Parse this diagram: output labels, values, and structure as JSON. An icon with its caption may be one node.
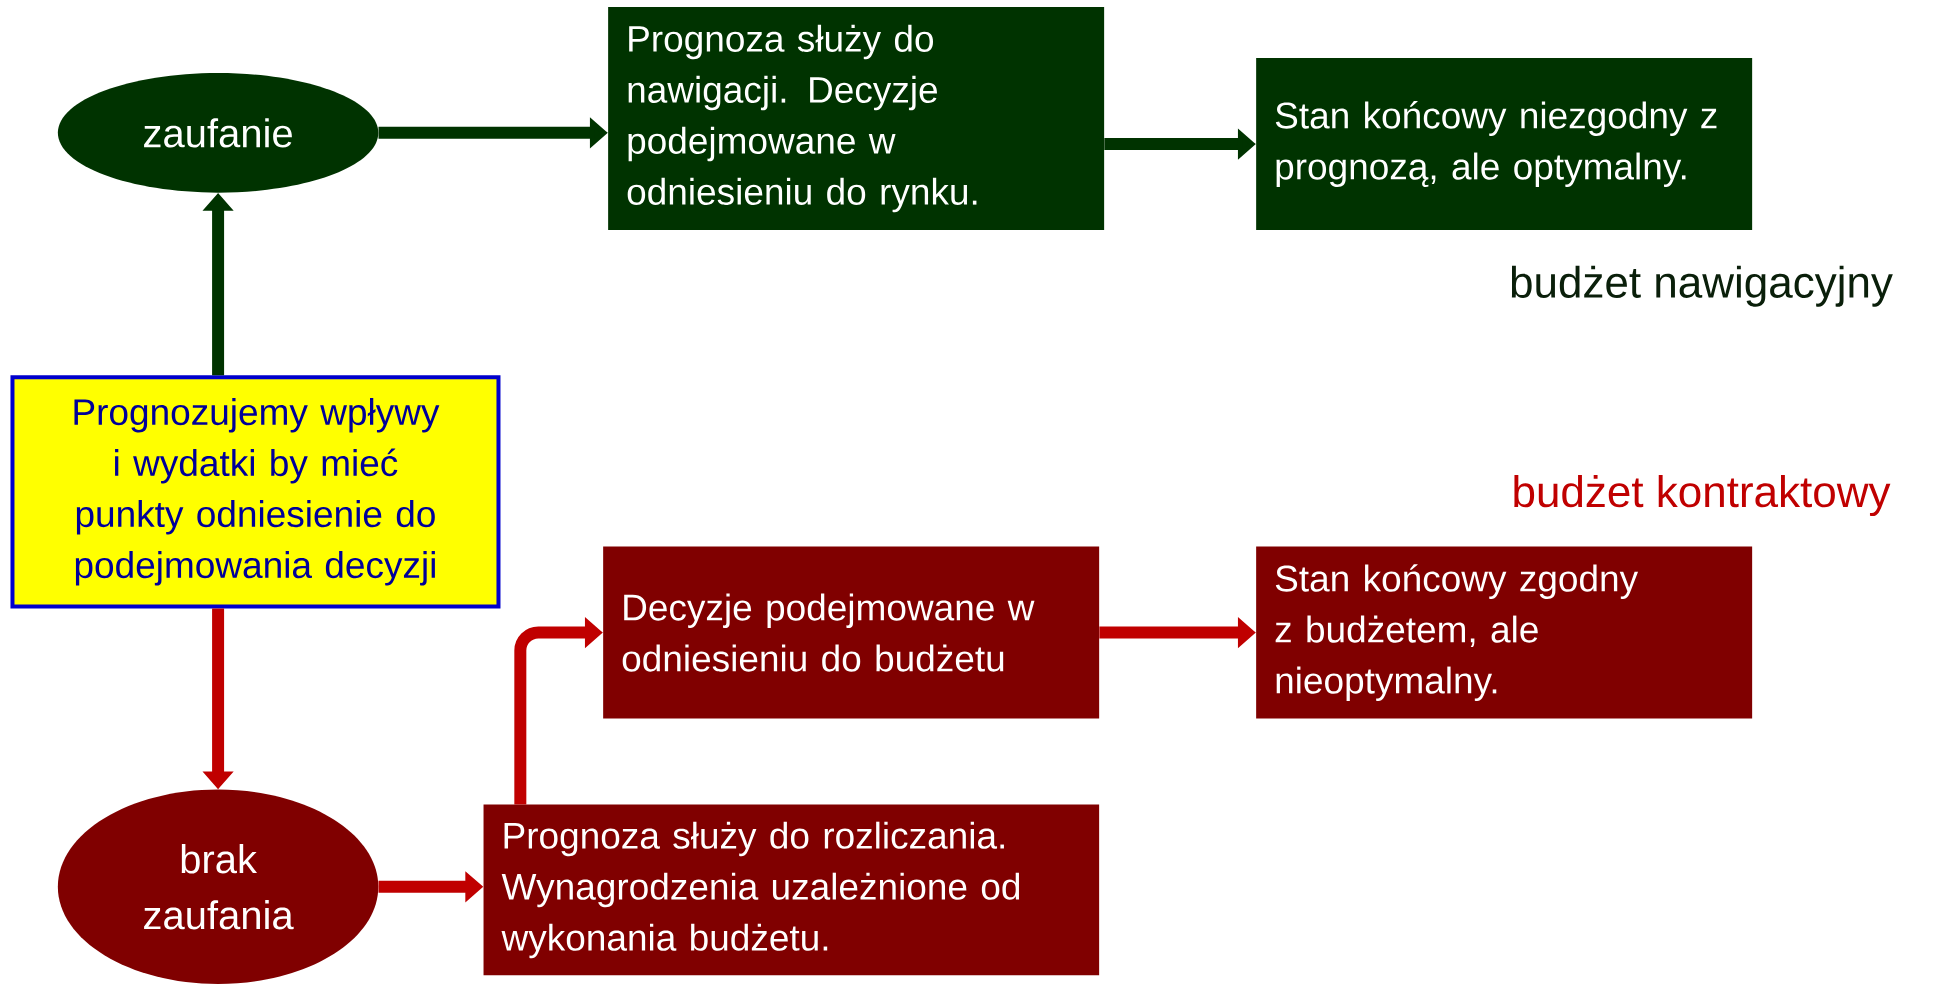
{
  "diagram": {
    "nodes": [
      {
        "text": [
          "Prognozujemy wpływy i wydatki by mieć punkty odniesienie do podejmowania decyzji"
        ]
      },
      {
        "text": [
          "zaufanie"
        ]
      },
      {
        "text": [
          "Prognoza służy do nawigacji. Decyzje podejmowane w odniesieniu do rynku."
        ]
      },
      {
        "text": [
          "Stan końcowy niezgodny z prognozą, ale optymalny."
        ]
      },
      {
        "text": [
          "brak zaufania"
        ]
      },
      {
        "text": [
          "Prognoza służy do rozliczania. Wynagrodzenia uzależnione od wykonania budżetu."
        ]
      },
      {
        "text": [
          "Decyzje podejmowane w odniesieniu do budżetu"
        ]
      },
      {
        "text": [
          "Stan końcowy zgodny z budżetem, ale nieoptymalny."
        ]
      }
    ],
    "edges": [
      {
        "from": 0,
        "to": 1,
        "arrow": "to",
        "color": "#003300"
      },
      {
        "from": 1,
        "to": 2,
        "arrow": "to",
        "color": "#003300"
      },
      {
        "from": 2,
        "to": 3,
        "arrow": "to",
        "color": "#003300"
      },
      {
        "from": 0,
        "to": 4,
        "arrow": "to"
      },
      {
        "from": 4,
        "to": 5,
        "arrow": "to"
      },
      {
        "from": 5,
        "to": 6,
        "arrow": "to"
      },
      {
        "from": 6,
        "to": 7,
        "arrow": "to"
      }
    ],
    "labels": [
      "budżet nawigacyjny",
      "budżet kontraktowy"
    ]
  }
}
